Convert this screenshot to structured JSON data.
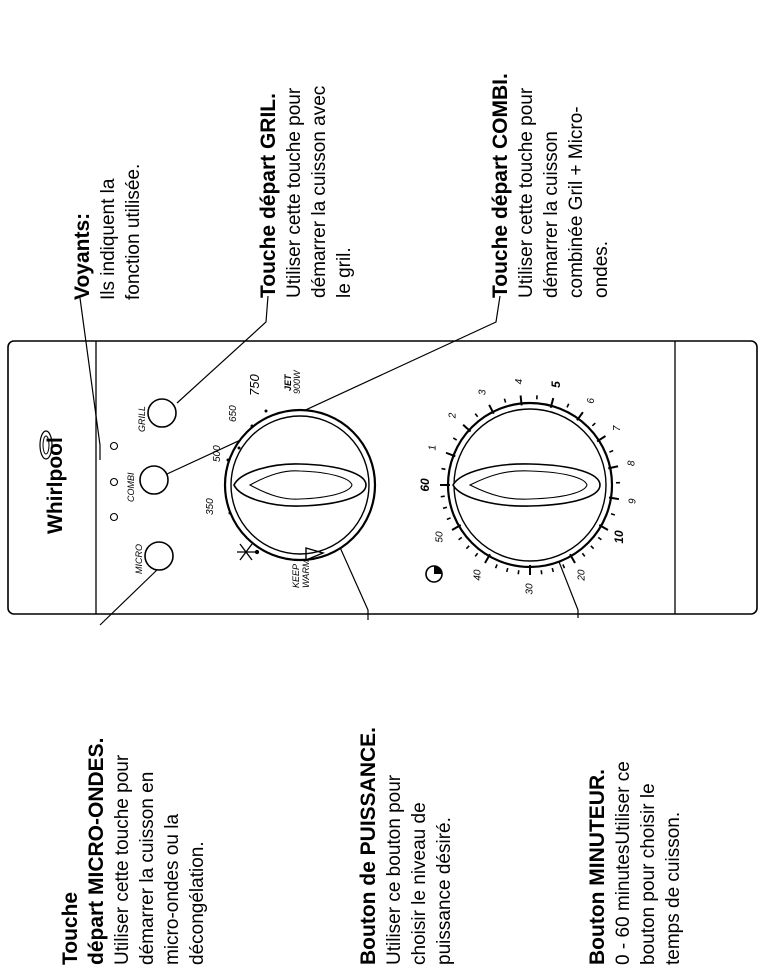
{
  "callouts": {
    "micro": {
      "title_a": "Touche",
      "title_b": "départ MICRO-ONDES.",
      "lines": [
        "Utiliser cette touche pour",
        "démarrer la cuisson en",
        "micro-ondes ou la",
        "décongélation."
      ]
    },
    "puissance": {
      "title": "Bouton de PUISSANCE.",
      "lines": [
        "Utiliser ce bouton pour",
        "choisir le niveau de",
        "puissance désiré."
      ]
    },
    "minuteur": {
      "title": "Bouton MINUTEUR.",
      "lines": [
        "0 - 60 minutesUtiliser ce",
        "bouton pour choisir le",
        "temps de cuisson."
      ]
    },
    "voyants": {
      "title": "Voyants:",
      "lines": [
        "Ils indiquent la",
        "fonction utilisée."
      ]
    },
    "gril": {
      "title": "Touche départ GRIL.",
      "lines": [
        "Utiliser cette touche pour",
        "démarrer la cuisson avec",
        "le gril."
      ]
    },
    "combi": {
      "title": "Touche départ COMBI.",
      "lines": [
        "Utiliser cette touche pour",
        "démarrer la cuisson",
        "combinée Gril + Micro-",
        "ondes."
      ]
    }
  },
  "panel": {
    "brand": "Whirlpool",
    "buttons": {
      "micro": "MICRO",
      "combi": "COMBI",
      "grill": "GRILL"
    },
    "power_dial": {
      "keep": "KEEP",
      "warm": "WARM",
      "p350": "350",
      "p500": "500",
      "p650": "650",
      "p750": "750",
      "jet": "JET",
      "jet_watt": "900W"
    },
    "timer_dial": {
      "marks": [
        "1",
        "2",
        "3",
        "4",
        "5",
        "6",
        "7",
        "8",
        "9",
        "10",
        "20",
        "30",
        "40",
        "50",
        "60"
      ]
    }
  }
}
